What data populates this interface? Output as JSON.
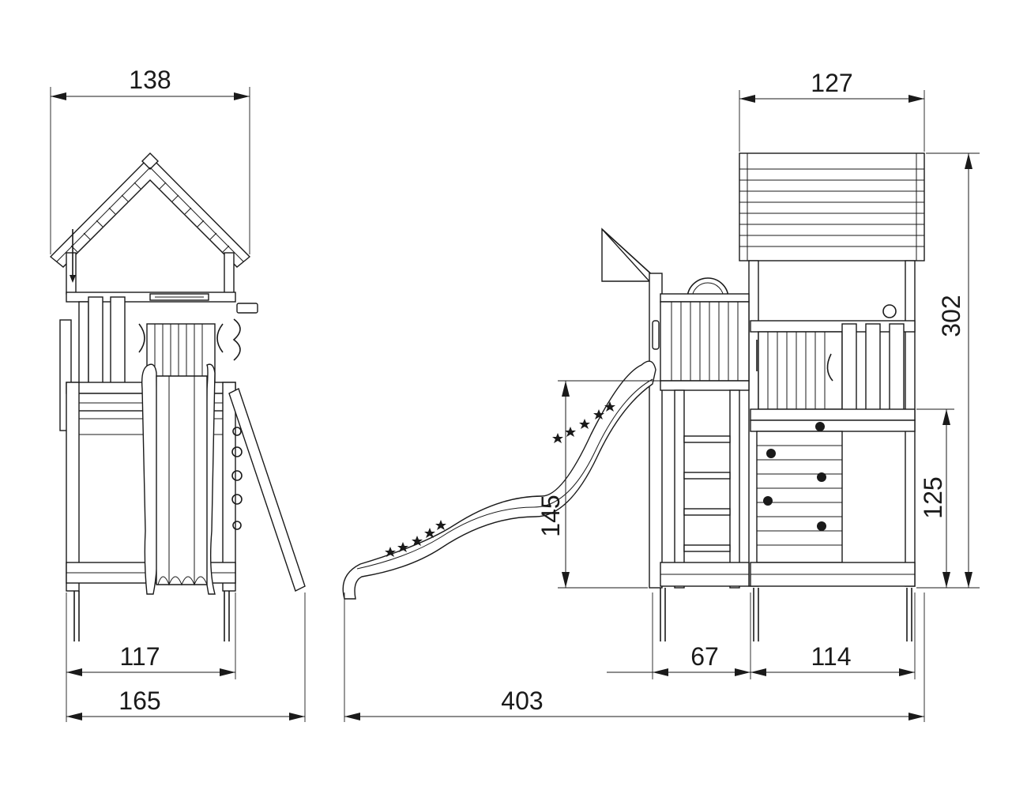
{
  "dimensions": {
    "front_roof_width": "138",
    "front_frame_width": "117",
    "front_total_width": "165",
    "side_roof_width": "127",
    "side_total_height": "302",
    "side_platform_height": "125",
    "slide_height": "145",
    "ladder_section_width": "67",
    "climbing_wall_width": "114",
    "side_total_length": "403"
  }
}
